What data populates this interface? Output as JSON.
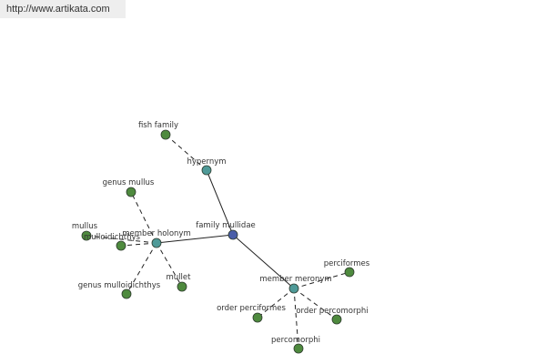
{
  "watermark": {
    "url": "http://www.artikata.com"
  },
  "colors": {
    "central_node": "#4a5ea8",
    "relation_node": "#4f9a98",
    "leaf_node": "#4e8a3e",
    "node_stroke": "#2e3b2e",
    "edge": "#222222"
  },
  "graph": {
    "central": {
      "label": "family mullidae"
    },
    "relations": [
      {
        "label": "hypernym"
      },
      {
        "label": "member holonym"
      },
      {
        "label": "member meronym"
      }
    ],
    "leaves": [
      {
        "label": "fish family",
        "relation": 0
      },
      {
        "label": "genus mullus",
        "relation": 1
      },
      {
        "label": "mullus",
        "relation": 1
      },
      {
        "label": "mulloidichthys",
        "relation": 1
      },
      {
        "label": "genus mulloidichthys",
        "relation": 1
      },
      {
        "label": "mullet",
        "relation": 1
      },
      {
        "label": "perciformes",
        "relation": 2
      },
      {
        "label": "order perciformes",
        "relation": 2
      },
      {
        "label": "order percomorphi",
        "relation": 2
      },
      {
        "label": "percomorphi",
        "relation": 2
      }
    ]
  }
}
